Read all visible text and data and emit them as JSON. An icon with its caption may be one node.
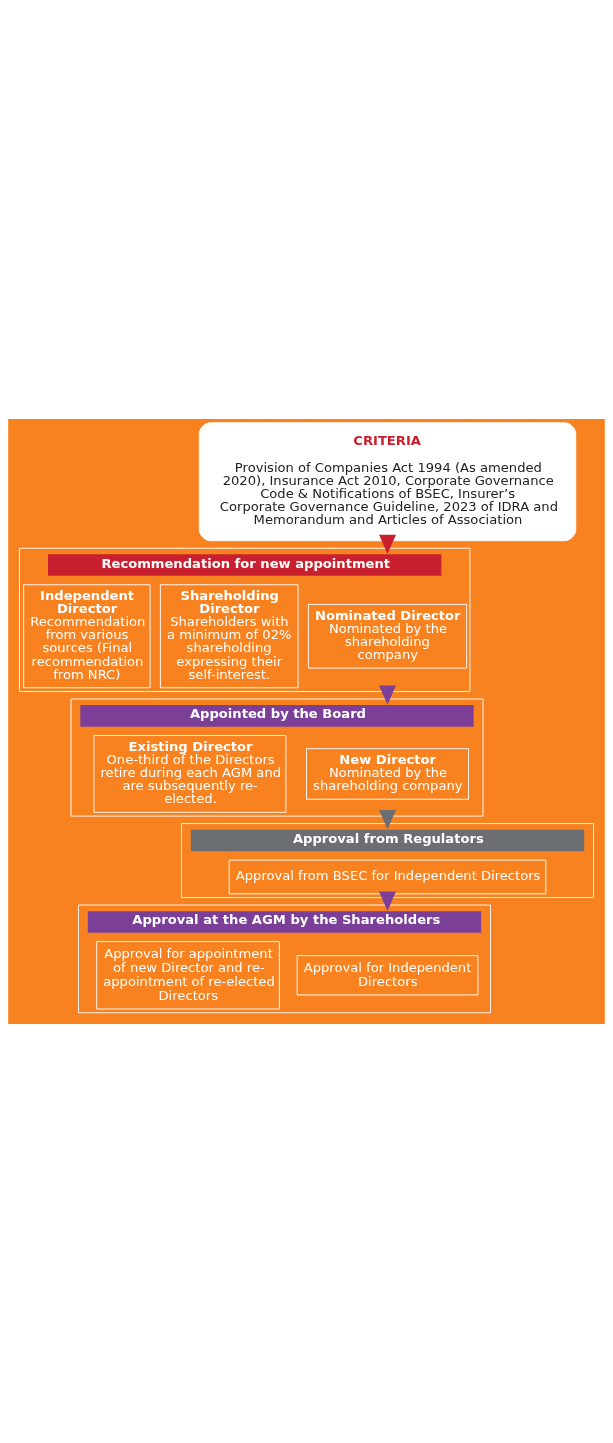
{
  "diagram": {
    "nodes": [
      {
        "text": [
          "CRITERIA",
          "Provision of Companies Act 1994 (As amended 2020), Insurance Act 2010, Corporate Governance Code & Notifications of BSEC, Insurer’s Corporate Governance Guideline, 2023 of IDRA and Memorandum and Articles of Association"
        ]
      },
      {
        "text": [
          "Recommendation for new appointment"
        ]
      },
      {
        "text": [
          "Nominated Director",
          "Nominated by the shareholding company"
        ],
        "in": 1
      },
      {
        "text": [
          "Shareholding Director",
          "Shareholders with a minimum of 02% shareholding expressing their self-interest."
        ],
        "in": 1
      },
      {
        "text": [
          "Independent Director",
          "Recommendation from various sources (Final recommendation from NRC)"
        ],
        "in": 1
      },
      {
        "text": [
          "Appointed by the Board"
        ]
      },
      {
        "text": [
          "New Director",
          "Nominated by the shareholding company"
        ],
        "in": 5
      },
      {
        "text": [
          "Existing Director",
          "One-third of the Directors retire during each AGM and are subsequently re-elected."
        ],
        "in": 5
      },
      {
        "text": [
          "Approval from Regulators"
        ]
      },
      {
        "text": [
          "Approval from BSEC for Independent Directors"
        ],
        "in": 8
      },
      {
        "text": [
          "Approval at the AGM by the Shareholders"
        ]
      },
      {
        "text": [
          "Approval for Independent Directors"
        ],
        "in": 10
      },
      {
        "text": [
          "Approval for appointment of new Director and re-appointment of re-elected Directors"
        ],
        "in": 10
      }
    ],
    "edges": [
      {
        "from": 0,
        "to": 1,
        "arrow": "to",
        "style": "thick",
        "color": "#c8202f"
      },
      {
        "from": 1,
        "to": 5,
        "arrow": "to",
        "style": "thick",
        "color": "#7b3f98"
      },
      {
        "from": 5,
        "to": 8,
        "arrow": "to",
        "style": "thick",
        "color": "#6b6f74"
      },
      {
        "from": 8,
        "to": 10,
        "arrow": "to",
        "style": "thick",
        "color": "#7b3f98"
      }
    ]
  }
}
